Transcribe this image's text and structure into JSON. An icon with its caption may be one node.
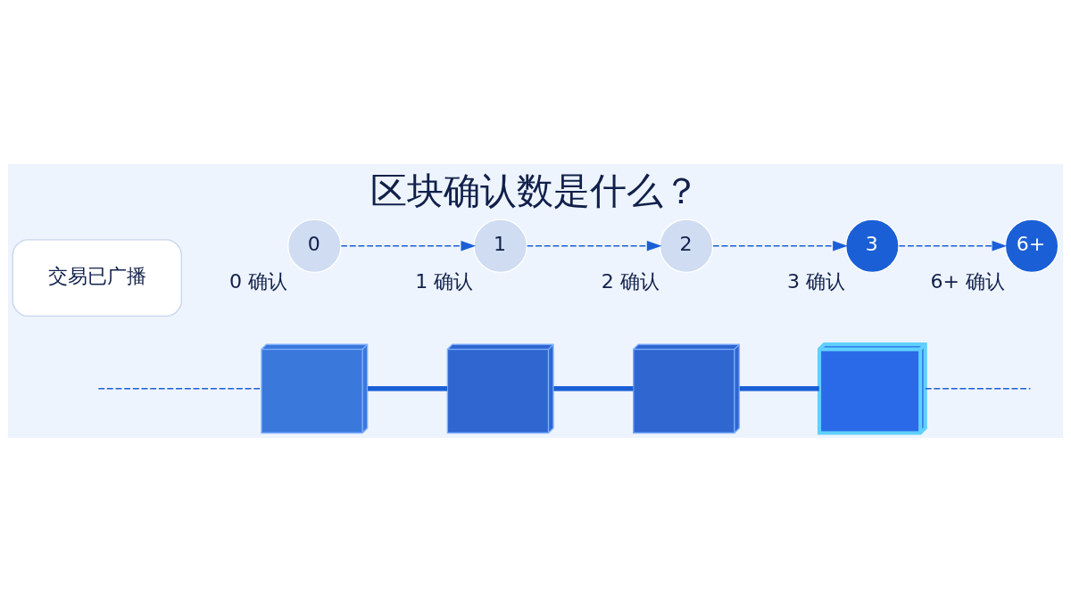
{
  "diagram": {
    "title": "区块确认数是什么？",
    "nodes": [
      {
        "text": [],
        "shape": "box"
      },
      {
        "text": [],
        "shape": "box"
      },
      {
        "text": [],
        "shape": "box"
      },
      {
        "text": [],
        "shape": "box"
      },
      {
        "text": [
          "0"
        ],
        "beside": [
          "0 确认"
        ]
      },
      {
        "text": [
          "1"
        ],
        "beside": [
          "1 确认"
        ]
      },
      {
        "text": [
          "2"
        ],
        "beside": [
          "2 确认"
        ]
      },
      {
        "text": [
          "3"
        ],
        "beside": [
          "3 确认"
        ]
      },
      {
        "text": [
          "6+"
        ],
        "beside": [
          "6+ 确认"
        ]
      },
      {
        "text": [
          "交易已广播"
        ]
      }
    ],
    "edges": [
      {
        "from": null,
        "to": 0,
        "arrow": "none",
        "style": "dashed"
      },
      {
        "from": 0,
        "to": 1,
        "arrow": "none",
        "style": "thick"
      },
      {
        "from": 1,
        "to": 2,
        "arrow": "none",
        "style": "thick"
      },
      {
        "from": 2,
        "to": 3,
        "arrow": "none",
        "style": "thick"
      },
      {
        "from": 3,
        "to": null,
        "arrow": "none",
        "style": "dashed"
      },
      {
        "from": 4,
        "to": 5,
        "arrow": "to",
        "style": "dashed"
      },
      {
        "from": 5,
        "to": 6,
        "arrow": "to",
        "style": "dashed"
      },
      {
        "from": 6,
        "to": 7,
        "arrow": "to",
        "style": "dashed"
      },
      {
        "from": 7,
        "to": 8,
        "arrow": "to",
        "style": "dashed"
      }
    ]
  }
}
